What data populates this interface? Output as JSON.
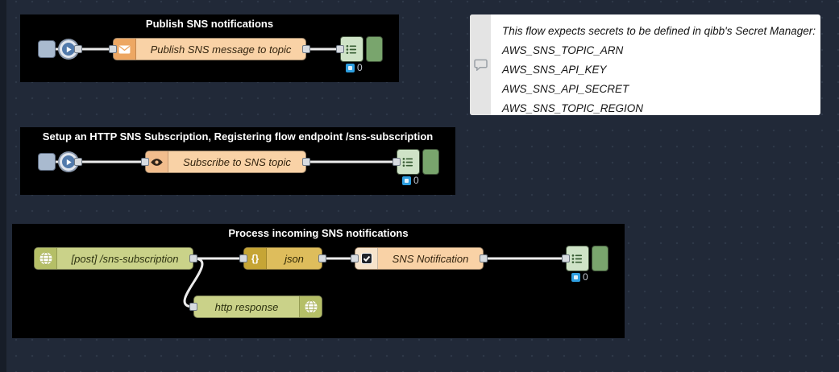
{
  "workspace": {
    "background": "#212938"
  },
  "groups": [
    {
      "title": "Publish SNS notifications"
    },
    {
      "title": "Setup an HTTP SNS Subscription, Registering flow endpoint /sns-subscription"
    },
    {
      "title": "Process incoming SNS notifications"
    }
  ],
  "nodes": {
    "publish_sns": {
      "label": "Publish SNS message to topic",
      "icon": "envelope-icon"
    },
    "subscribe_sns": {
      "label": "Subscribe to SNS topic",
      "icon": "eye-icon"
    },
    "http_in": {
      "label": "[post] /sns-subscription",
      "icon": "globe-icon"
    },
    "json_parser": {
      "label": "json",
      "icon": "curly-braces-icon",
      "icon_glyph": "{}"
    },
    "sns_notification": {
      "label": "SNS Notification",
      "icon": "checkbox-icon"
    },
    "http_response": {
      "label": "http response",
      "icon": "globe-icon"
    },
    "debug_publish": {
      "count": "0"
    },
    "debug_subscribe": {
      "count": "0"
    },
    "debug_incoming": {
      "count": "0"
    }
  },
  "comment": {
    "lines": [
      "This flow expects secrets to be defined in qibb's Secret Manager:",
      "AWS_SNS_TOPIC_ARN",
      "AWS_SNS_API_KEY",
      "AWS_SNS_API_SECRET",
      "AWS_SNS_TOPIC_REGION"
    ]
  },
  "colors": {
    "group_bg": "#000000",
    "wire": "#ececec",
    "orange_node": "#f9d2a6",
    "http_node": "#cad289",
    "json_node": "#debd5c",
    "debug_green": "#79a56d",
    "comment_bg": "#ffffff",
    "badge_blue": "#2e9fe0"
  }
}
